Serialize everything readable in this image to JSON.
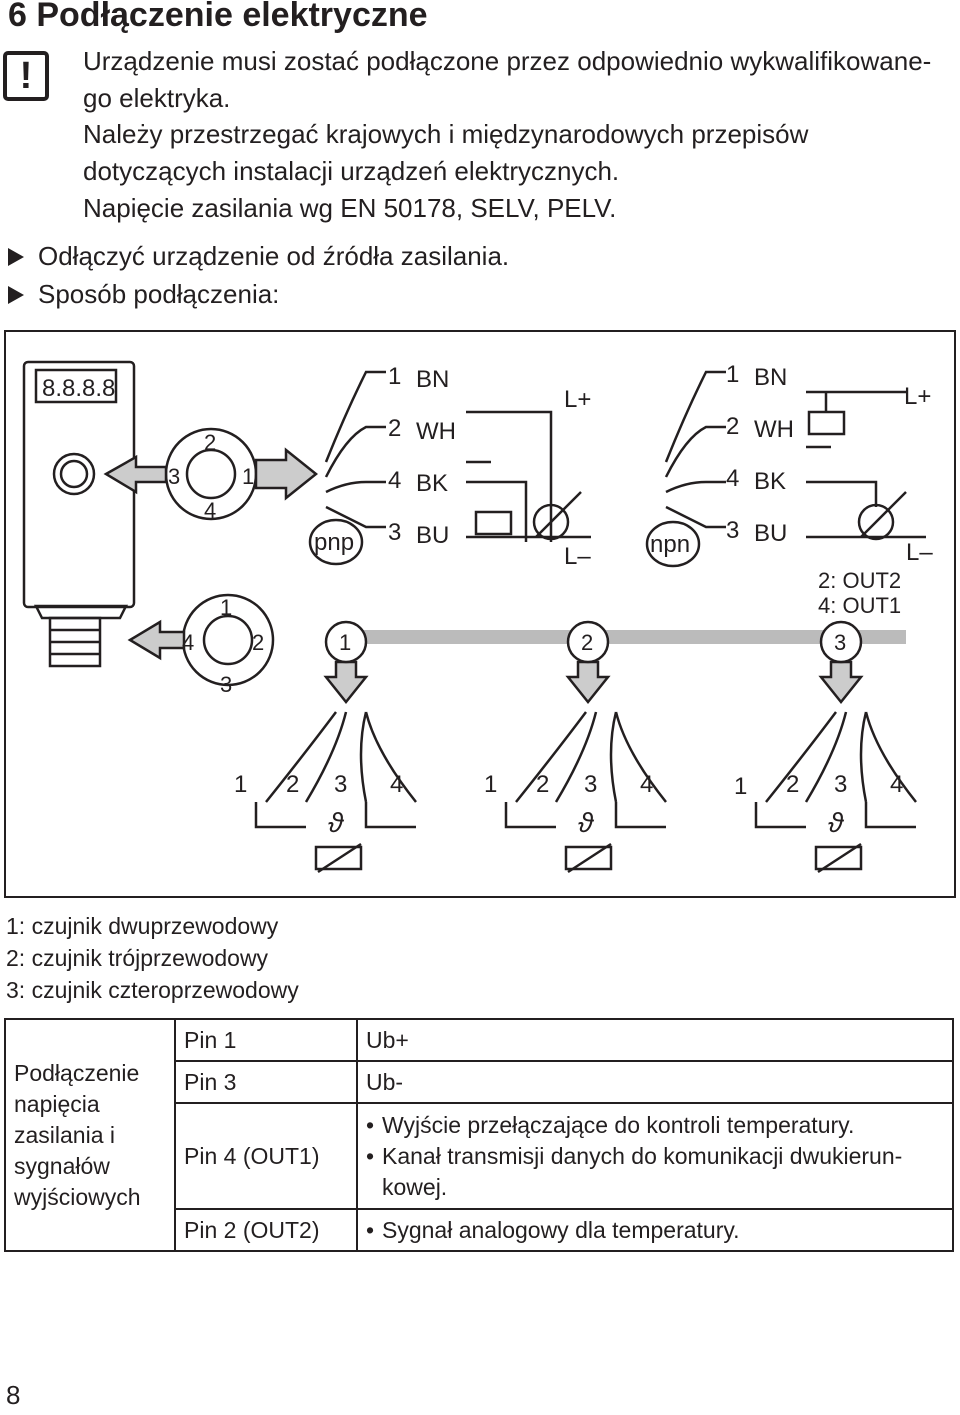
{
  "heading": "6 Podłączenie elektryczne",
  "warning_lines": [
    "Urządzenie musi zostać podłączone przez odpowiednio wykwalifikowane-",
    "go elektryka.",
    "Należy przestrzegać krajowych i międzynarodowych przepisów",
    "dotyczących instalacji urządzeń elektrycznych.",
    "Napięcie zasilania wg EN 50178, SELV, PELV."
  ],
  "steps": [
    "Odłączyć urządzenie od źródła zasilania.",
    "Sposób podłączenia:"
  ],
  "diagram": {
    "display": "8.8.8.8",
    "connector_top": {
      "top": "2",
      "left": "3",
      "right": "1",
      "bottom": "4"
    },
    "connector_bottom": {
      "top": "1",
      "left": "4",
      "right": "2",
      "bottom": "3"
    },
    "pnp": "pnp",
    "npn": "npn",
    "wires": [
      {
        "pin": "1",
        "color": "BN"
      },
      {
        "pin": "2",
        "color": "WH"
      },
      {
        "pin": "4",
        "color": "BK"
      },
      {
        "pin": "3",
        "color": "BU"
      }
    ],
    "l_plus": "L+",
    "l_minus": "L–",
    "out_notes": [
      "2: OUT2",
      "4: OUT1"
    ],
    "variants": [
      "1",
      "2",
      "3"
    ],
    "sensor_pins": [
      "1",
      "2",
      "3",
      "4"
    ],
    "theta": "ϑ"
  },
  "legend": [
    "1: czujnik dwuprzewodowy",
    "2: czujnik trójprzewodowy",
    "3: czujnik czteroprzewodowy"
  ],
  "table": {
    "header": "Podłączenie napięcia zasilania i sygnałów wyjściowych",
    "rows": [
      {
        "pin": "Pin 1",
        "desc": [
          "Ub+"
        ]
      },
      {
        "pin": "Pin 3",
        "desc": [
          "Ub-"
        ]
      },
      {
        "pin": "Pin 4 (OUT1)",
        "desc": [
          "Wyjście przełączające do kontroli temperatury.",
          "Kanał transmisji danych do komunikacji dwukierun-kowej."
        ]
      },
      {
        "pin": "Pin 2 (OUT2)",
        "desc": [
          "Sygnał analogowy dla temperatury."
        ]
      }
    ]
  },
  "page_number": "8"
}
